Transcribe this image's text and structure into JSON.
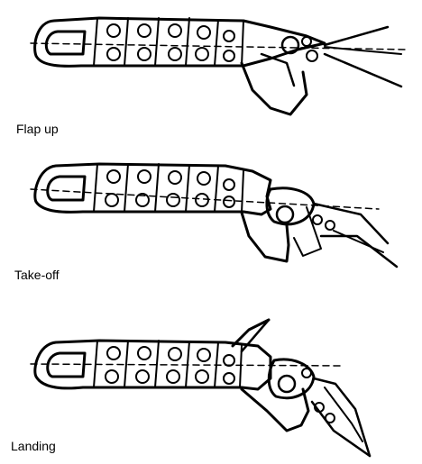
{
  "panels": [
    {
      "id": "flap-up",
      "label": "Flap up",
      "slat_deployed": false
    },
    {
      "id": "take-off",
      "label": "Take-off",
      "slat_deployed": false
    },
    {
      "id": "landing",
      "label": "Landing",
      "slat_deployed": true
    }
  ],
  "colors": {
    "ink": "#000000",
    "background": "#ffffff"
  }
}
